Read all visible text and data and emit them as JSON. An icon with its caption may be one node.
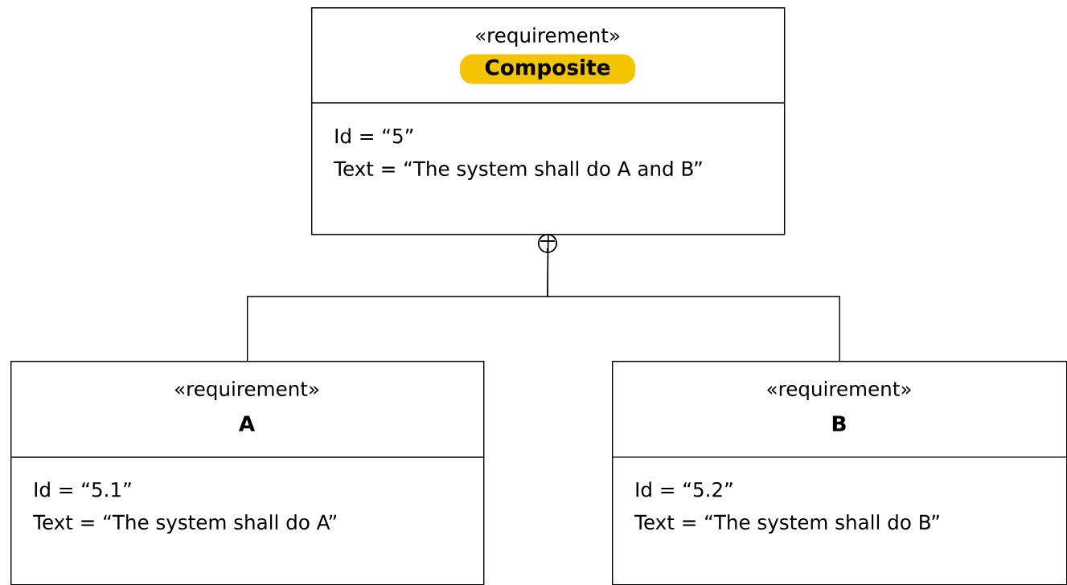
{
  "diagram": {
    "nodes": [
      {
        "text": [
          "«requirement»",
          "Composite",
          "Id = “5”",
          "Text = “The system shall do A and B”"
        ]
      },
      {
        "text": [
          "«requirement»",
          "A",
          "Id = “5.1”",
          "Text = “The system shall do A”"
        ]
      },
      {
        "text": [
          "«requirement»",
          "B",
          "Id = “5.2”",
          "Text = “The system shall do B”"
        ]
      }
    ],
    "edges": [
      {
        "from": 0,
        "to": 1,
        "arrow": "other"
      },
      {
        "from": 0,
        "to": 2,
        "arrow": "other"
      }
    ]
  }
}
